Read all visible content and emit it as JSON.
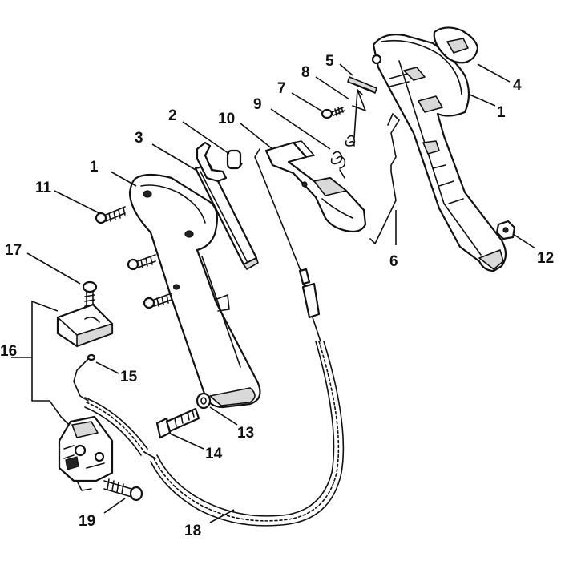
{
  "diagram": {
    "callouts": [
      {
        "id": "c1a",
        "label": "1"
      },
      {
        "id": "c1b",
        "label": "1"
      },
      {
        "id": "c2",
        "label": "2"
      },
      {
        "id": "c3",
        "label": "3"
      },
      {
        "id": "c4",
        "label": "4"
      },
      {
        "id": "c5",
        "label": "5"
      },
      {
        "id": "c6",
        "label": "6"
      },
      {
        "id": "c7",
        "label": "7"
      },
      {
        "id": "c8",
        "label": "8"
      },
      {
        "id": "c9",
        "label": "9"
      },
      {
        "id": "c10",
        "label": "10"
      },
      {
        "id": "c11",
        "label": "11"
      },
      {
        "id": "c12",
        "label": "12"
      },
      {
        "id": "c13",
        "label": "13"
      },
      {
        "id": "c14",
        "label": "14"
      },
      {
        "id": "c15",
        "label": "15"
      },
      {
        "id": "c16",
        "label": "16"
      },
      {
        "id": "c17",
        "label": "17"
      },
      {
        "id": "c18",
        "label": "18"
      },
      {
        "id": "c19",
        "label": "19"
      }
    ]
  }
}
